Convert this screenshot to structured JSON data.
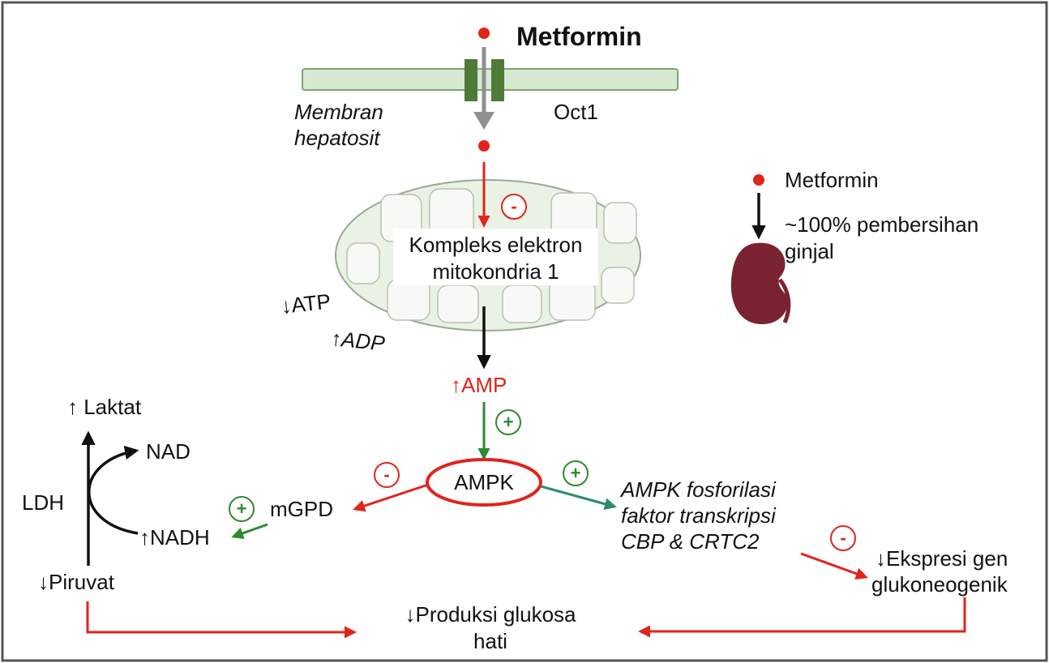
{
  "title": "Metformin",
  "membrane": {
    "label_line1": "Membran",
    "label_line2": "hepatosit",
    "transporter": "Oct1"
  },
  "mito": {
    "line1": "Kompleks elektron",
    "line2": "mitokondria 1"
  },
  "energy": {
    "atp": "↓ATP",
    "adp": "↑ADP",
    "amp": "↑AMP"
  },
  "kidney": {
    "drug": "Metformin",
    "clearance_line1": "~100% pembersihan",
    "clearance_line2": "ginjal"
  },
  "ampk": {
    "label": "AMPK"
  },
  "mgpd": {
    "label": "mGPD"
  },
  "lactate_cycle": {
    "laktat": "↑ Laktat",
    "nad": "NAD",
    "nadh": "↑NADH",
    "ldh": "LDH",
    "piruvat": "↓Piruvat"
  },
  "transcription": {
    "line1": "AMPK fosforilasi",
    "line2": "faktor transkripsi",
    "line3": "CBP & CRTC2"
  },
  "expression": {
    "line1": "↓Ekspresi gen",
    "line2": "glukoneogenik"
  },
  "output": {
    "line1": "↓Produksi glukosa",
    "line2": "hati"
  },
  "signs": {
    "minus": "-",
    "plus": "+"
  },
  "colors": {
    "red": "#e2231a",
    "green": "#2f8a2f",
    "membrane": "#d6ead1",
    "channel": "#4f7a3a",
    "mito_fill": "#e9f2e4",
    "kidney": "#7a2330"
  }
}
